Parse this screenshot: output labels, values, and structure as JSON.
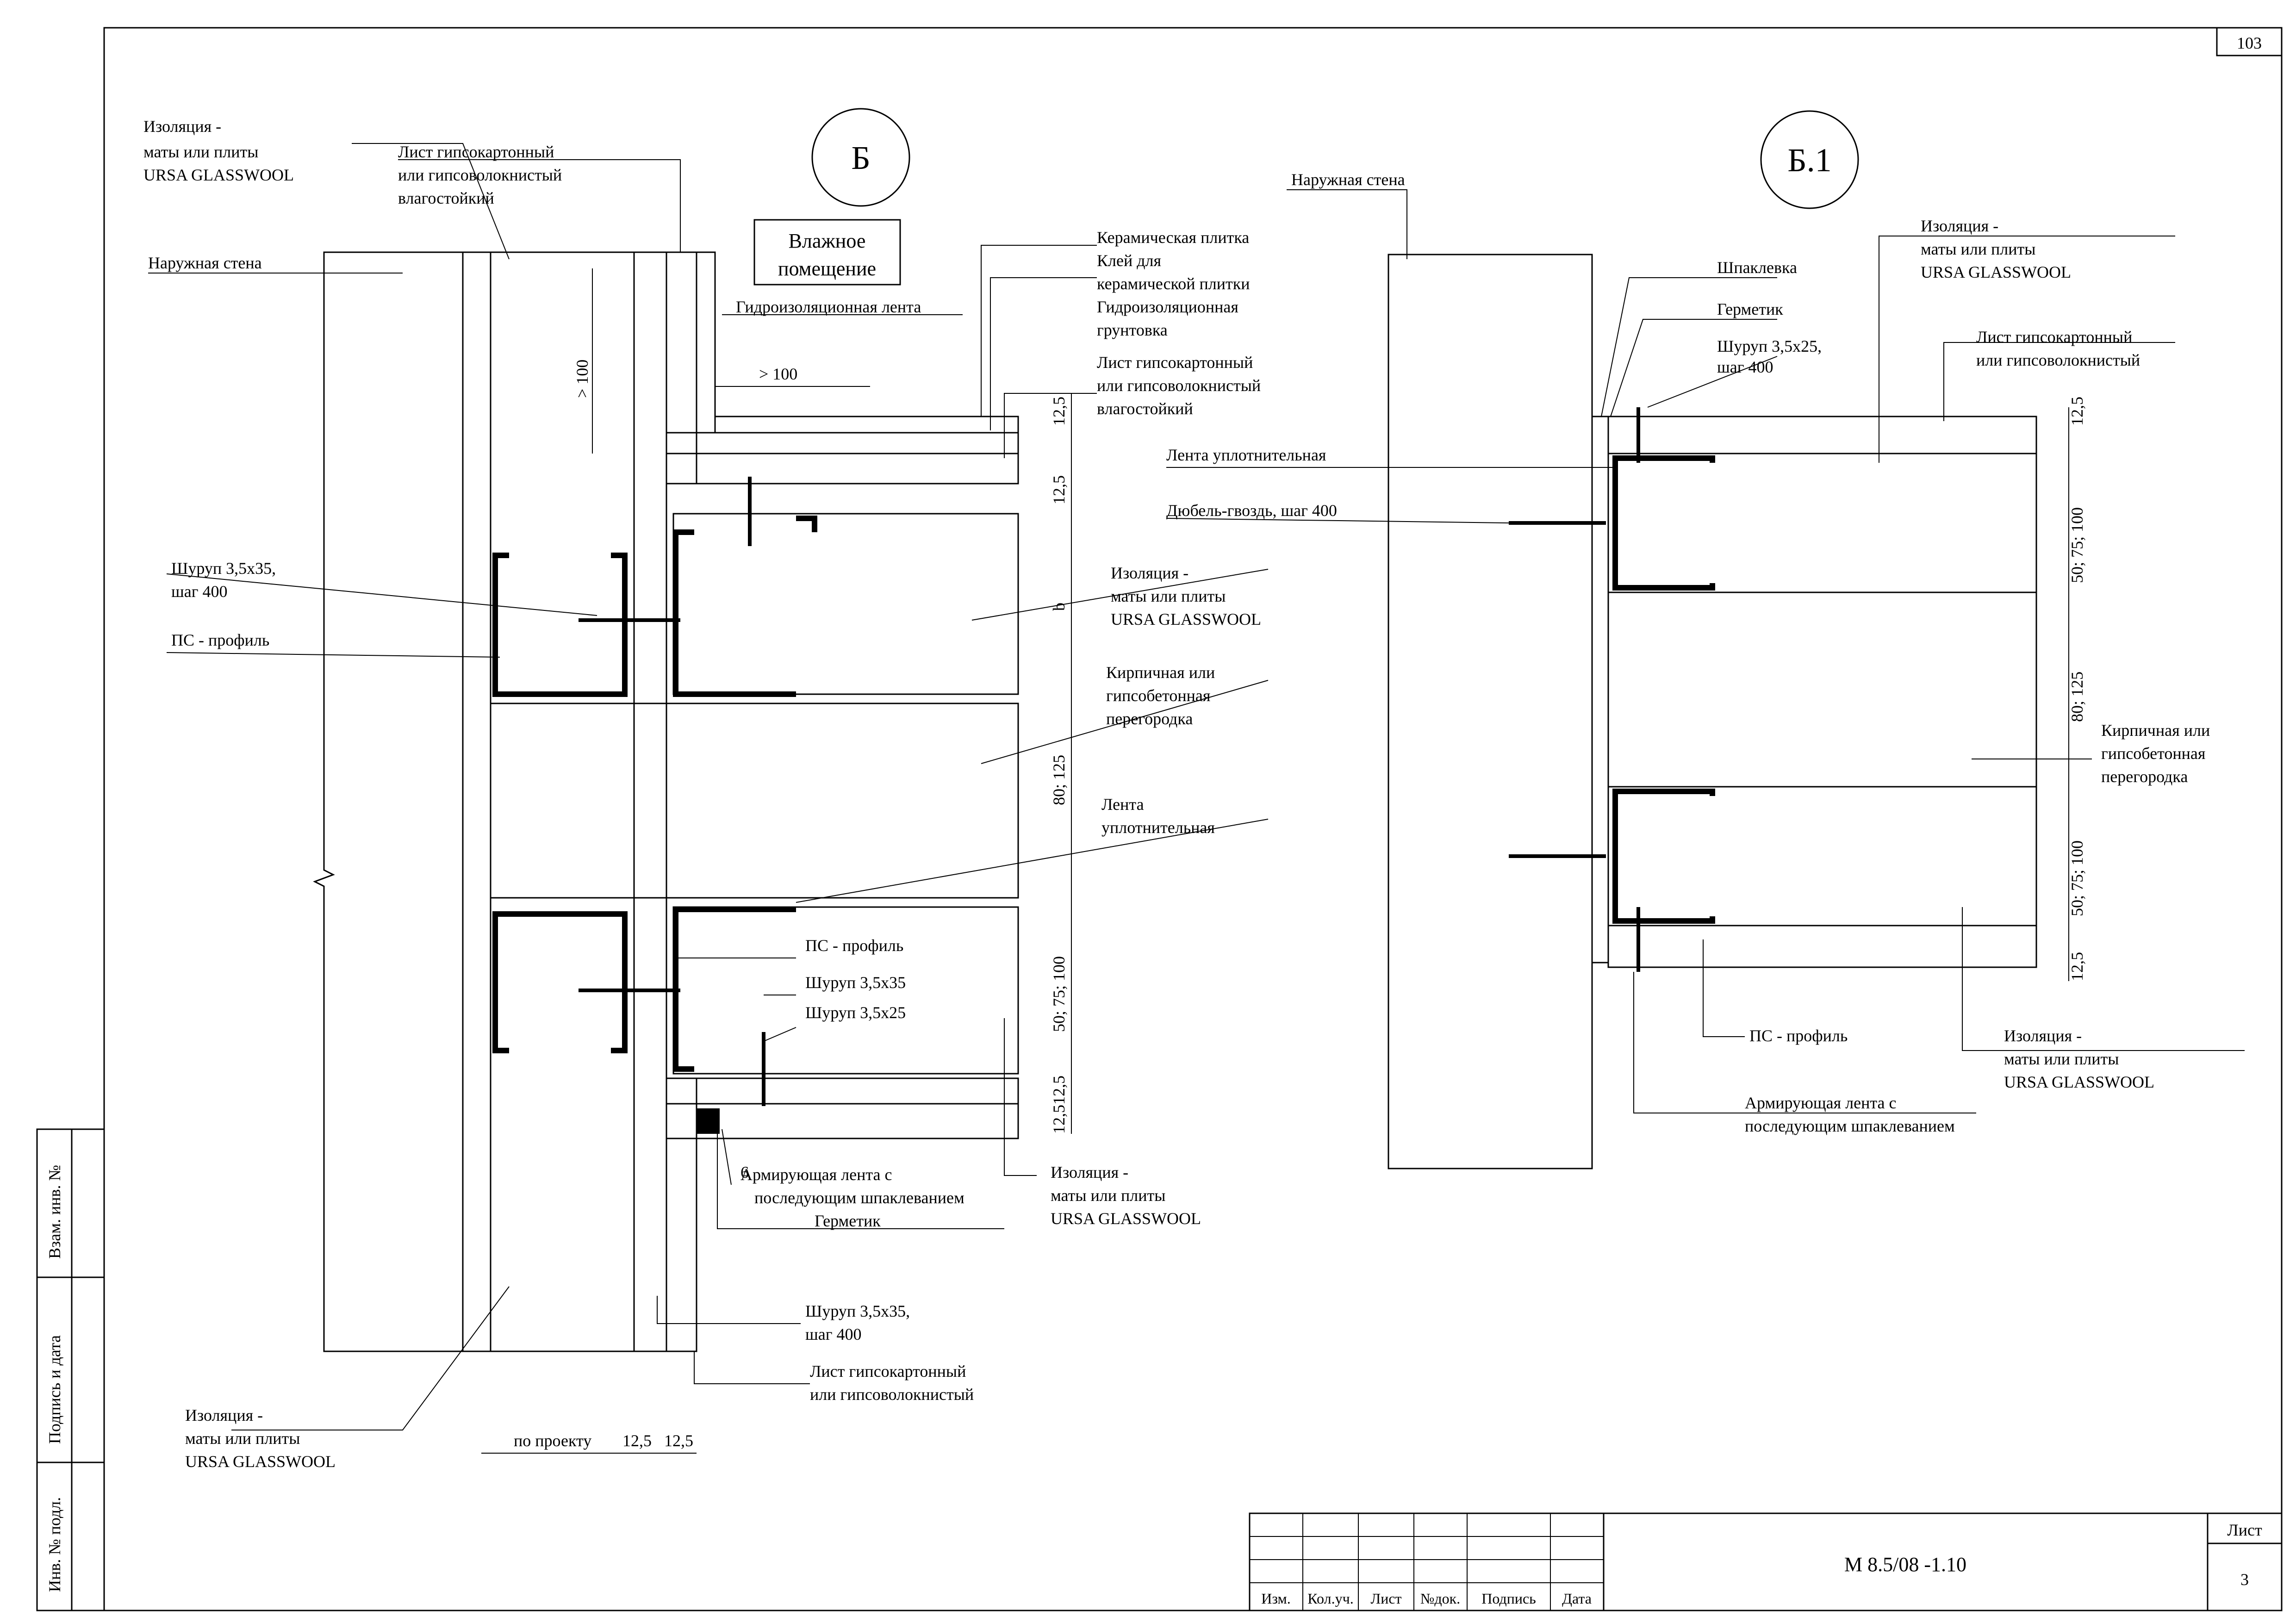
{
  "sheet": {
    "page_number": "103",
    "code": "М 8.5/08 -1.10",
    "sheet_label": "Лист",
    "sheet_number": "3",
    "side_stamp": [
      "Взам. инв. №",
      "Подпись и дата",
      "Инв. № подл."
    ],
    "title_block_headers": [
      "Изм.",
      "Кол.уч.",
      "Лист",
      "№док.",
      "Подпись",
      "Дата"
    ]
  },
  "detail_b": {
    "marker": "Б",
    "wet_room": [
      "Влажное",
      "помещение"
    ],
    "labels": {
      "insulation_top": [
        "Изоляция -",
        "маты или плиты",
        "URSA GLASSWOOL"
      ],
      "gkl_moist": [
        "Лист гипсокартонный",
        "или гипсоволокнистый",
        "влагостойкий"
      ],
      "outer_wall": "Наружная стена",
      "waterproof_tape": "Гидроизоляционная лента",
      "tile_stack": [
        "Керамическая плитка",
        "Клей для",
        "керамической плитки",
        "Гидроизоляционная",
        "грунтовка"
      ],
      "gkl_moist2": [
        "Лист гипсокартонный",
        "или гипсоволокнистый",
        "влагостойкий"
      ],
      "screw_top": [
        "Шуруп 3,5х35,",
        "шаг 400"
      ],
      "ps_profile": "ПС - профиль",
      "insulation_mid": [
        "Изоляция -",
        "маты или плиты",
        "URSA GLASSWOOL"
      ],
      "brick": [
        "Кирпичная или",
        "гипсобетонная",
        "перегородка"
      ],
      "seal_tape": [
        "Лента",
        "уплотнительная"
      ],
      "ps_profile2": "ПС - профиль",
      "screw_35": "Шуруп 3,5х35",
      "screw_25": "Шуруп 3,5х25",
      "reinf_tape": [
        "Армирующая лента с",
        "последующим шпаклеванием"
      ],
      "sealant": "Герметик",
      "insulation_right": [
        "Изоляция -",
        "маты или плиты",
        "URSA GLASSWOOL"
      ],
      "screw_bottom": [
        "Шуруп 3,5х35,",
        "шаг 400"
      ],
      "gkl_bottom": [
        "Лист гипсокартонный",
        "или гипсоволокнистый"
      ],
      "insulation_bottom": [
        "Изоляция -",
        "маты или плиты",
        "URSA GLASSWOOL"
      ]
    },
    "dims": {
      "gt100_v": "> 100",
      "gt100_h": "> 100",
      "d12_5a": "12,5",
      "d12_5b": "12,5",
      "b": "b",
      "d80_125": "80; 125",
      "d50_75_100": "50; 75; 100",
      "d12_5_12_5": "12,512,5",
      "d6": "6",
      "by_project": "по проекту",
      "d12_5c": "12,5",
      "d12_5d": "12,5"
    }
  },
  "detail_b1": {
    "marker": "Б.1",
    "labels": {
      "outer_wall": "Наружная стена",
      "putty": "Шпаклевка",
      "sealant": "Герметик",
      "screw": [
        "Шуруп 3,5х25,",
        "шаг 400"
      ],
      "insulation_top": [
        "Изоляция -",
        "маты или плиты",
        "URSA GLASSWOOL"
      ],
      "gkl": [
        "Лист гипсокартонный",
        "или гипсоволокнистый"
      ],
      "seal_tape": "Лента уплотнительная",
      "dowel": "Дюбель-гвоздь, шаг 400",
      "brick": [
        "Кирпичная или",
        "гипсобетонная",
        "перегородка"
      ],
      "ps_profile": "ПС - профиль",
      "insulation_bottom": [
        "Изоляция -",
        "маты или плиты",
        "URSA GLASSWOOL"
      ],
      "reinf_tape": [
        "Армирующая лента с",
        "последующим шпаклеванием"
      ]
    },
    "dims": {
      "d12_5_top": "12,5",
      "d50_75_100_top": "50; 75; 100",
      "d80_125": "80; 125",
      "d50_75_100_bot": "50; 75; 100",
      "d12_5_bot": "12,5"
    }
  }
}
